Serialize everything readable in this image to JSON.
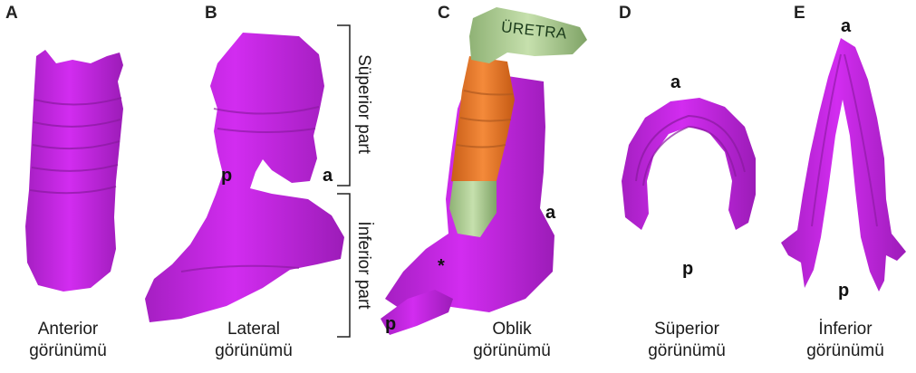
{
  "panels": {
    "A": {
      "letter": "A",
      "caption_line1": "Anterior",
      "caption_line2": "görünümü"
    },
    "B": {
      "letter": "B",
      "caption_line1": "Lateral",
      "caption_line2": "görünümü",
      "marker_p": "p",
      "marker_a": "a"
    },
    "C": {
      "letter": "C",
      "caption_line1": "Oblik",
      "caption_line2": "görünümü",
      "marker_a": "a",
      "marker_p": "p",
      "marker_star": "*",
      "urethra_label": "ÜRETRA"
    },
    "D": {
      "letter": "D",
      "caption_line1": "Süperior",
      "caption_line2": "görünümü",
      "marker_a": "a",
      "marker_p": "p"
    },
    "E": {
      "letter": "E",
      "caption_line1": "İnferior",
      "caption_line2": "görünümü",
      "marker_a": "a",
      "marker_p": "p"
    }
  },
  "brackets": {
    "superior": "Süperior part",
    "inferior": "İnferior part"
  },
  "colors": {
    "muscle": "#c42ae0",
    "muscle_dark": "#8a1aa0",
    "urethra": "#a9c98f",
    "orange": "#e8762a"
  }
}
